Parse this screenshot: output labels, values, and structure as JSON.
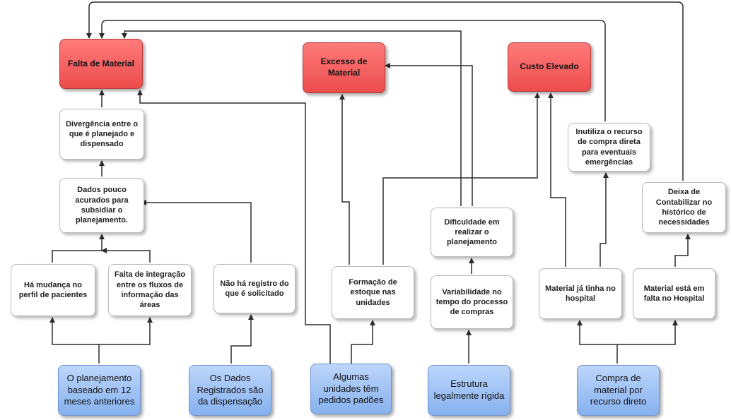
{
  "diagram": {
    "problems": {
      "falta": "Falta de Material",
      "excesso": "Excesso de Material",
      "custo": "Custo Elevado"
    },
    "causes": {
      "divergencia": "Divergência entre o que é planejado e dispensado",
      "dados_pouco": "Dados pouco acurados para subsidiar o planejamento.",
      "mudanca": "Há mudança no perfil de pacientes",
      "falta_integracao": "Falta de integração entre os fluxos de informação das áreas",
      "nao_registro": "Não há registro do que é solicitado",
      "formacao": "Formação de estoque nas unidades",
      "dificuldade": "Dificuldade em realizar o planejamento",
      "variabilidade": "Variabilidade no tempo do processo de compras",
      "inutiliza": "Inutiliza o recurso de compra direta para eventuais emergências",
      "deixa": "Deixa de Contabilizar no histórico de necessidades",
      "ja_tinha": "Material já tinha no hospital",
      "em_falta": "Material está em falta no Hospital"
    },
    "roots": {
      "planejamento": "O planejamento baseado em 12 meses anteriores",
      "dados_registrados": "Os Dados Registrados são da dispensação",
      "algumas": "Algumas unidades têm pedidos padões",
      "estrutura": "Estrutura legalmente rígida",
      "compra": "Compra de material por recurso direto"
    }
  }
}
